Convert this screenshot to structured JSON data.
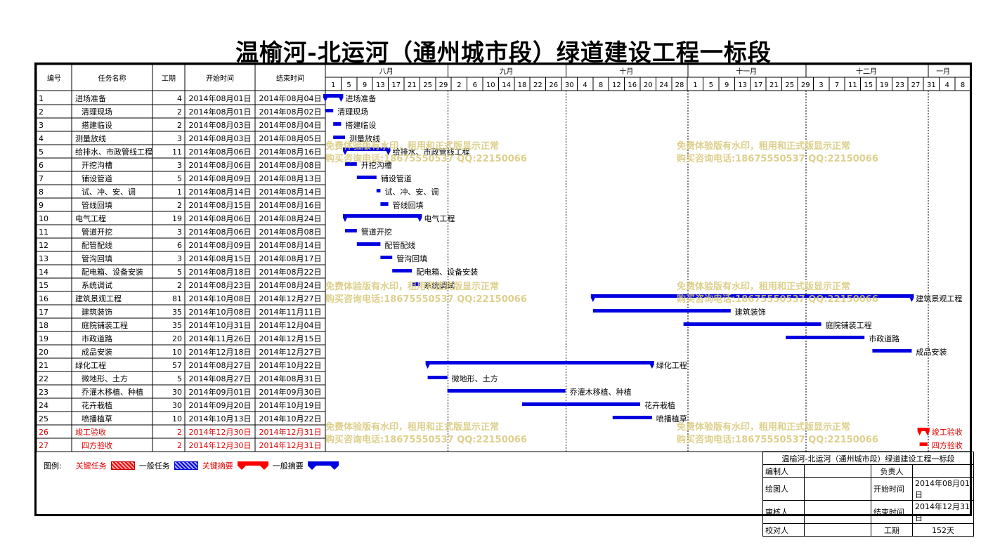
{
  "title": "温榆河-北运河（通州城市段）绿道建设工程一标段",
  "columns": {
    "id": "编号",
    "name": "任务名称",
    "dur": "工期",
    "start": "开始时间",
    "end": "结束时间"
  },
  "months": [
    "八月",
    "九月",
    "十月",
    "十一月",
    "十二月",
    "一月"
  ],
  "day_ticks": [
    "1",
    "5",
    "9",
    "13",
    "17",
    "21",
    "25",
    "29",
    "2",
    "6",
    "10",
    "14",
    "18",
    "22",
    "26",
    "30",
    "4",
    "8",
    "12",
    "16",
    "20",
    "24",
    "28",
    "1",
    "5",
    "9",
    "13",
    "17",
    "21",
    "25",
    "29",
    "3",
    "7",
    "11",
    "15",
    "19",
    "23",
    "27",
    "31",
    "4",
    "8"
  ],
  "tasks": [
    {
      "id": "1",
      "name": "进场准备",
      "dur": "4",
      "start": "2014年08月01日",
      "end": "2014年08月04日",
      "indent": 0,
      "critical": false,
      "summary": true
    },
    {
      "id": "2",
      "name": "清理现场",
      "dur": "2",
      "start": "2014年08月01日",
      "end": "2014年08月02日",
      "indent": 1,
      "critical": false,
      "summary": false
    },
    {
      "id": "3",
      "name": "搭建临设",
      "dur": "2",
      "start": "2014年08月03日",
      "end": "2014年08月04日",
      "indent": 1,
      "critical": false,
      "summary": false
    },
    {
      "id": "4",
      "name": "测量放线",
      "dur": "3",
      "start": "2014年08月03日",
      "end": "2014年08月05日",
      "indent": 0,
      "critical": false,
      "summary": false
    },
    {
      "id": "5",
      "name": "给排水、市政管线工程",
      "dur": "11",
      "start": "2014年08月06日",
      "end": "2014年08月16日",
      "indent": 0,
      "critical": false,
      "summary": true
    },
    {
      "id": "6",
      "name": "开挖沟槽",
      "dur": "3",
      "start": "2014年08月06日",
      "end": "2014年08月08日",
      "indent": 1,
      "critical": false,
      "summary": false
    },
    {
      "id": "7",
      "name": "铺设管道",
      "dur": "5",
      "start": "2014年08月09日",
      "end": "2014年08月13日",
      "indent": 1,
      "critical": false,
      "summary": false
    },
    {
      "id": "8",
      "name": "试、冲、安、调",
      "dur": "1",
      "start": "2014年08月14日",
      "end": "2014年08月14日",
      "indent": 1,
      "critical": false,
      "summary": false
    },
    {
      "id": "9",
      "name": "管线回填",
      "dur": "2",
      "start": "2014年08月15日",
      "end": "2014年08月16日",
      "indent": 1,
      "critical": false,
      "summary": false
    },
    {
      "id": "10",
      "name": "电气工程",
      "dur": "19",
      "start": "2014年08月06日",
      "end": "2014年08月24日",
      "indent": 0,
      "critical": false,
      "summary": true
    },
    {
      "id": "11",
      "name": "管道开挖",
      "dur": "3",
      "start": "2014年08月06日",
      "end": "2014年08月08日",
      "indent": 1,
      "critical": false,
      "summary": false
    },
    {
      "id": "12",
      "name": "配管配线",
      "dur": "6",
      "start": "2014年08月09日",
      "end": "2014年08月14日",
      "indent": 1,
      "critical": false,
      "summary": false
    },
    {
      "id": "13",
      "name": "管沟回填",
      "dur": "3",
      "start": "2014年08月15日",
      "end": "2014年08月17日",
      "indent": 1,
      "critical": false,
      "summary": false
    },
    {
      "id": "14",
      "name": "配电箱、设备安装",
      "dur": "5",
      "start": "2014年08月18日",
      "end": "2014年08月22日",
      "indent": 1,
      "critical": false,
      "summary": false
    },
    {
      "id": "15",
      "name": "系统调试",
      "dur": "2",
      "start": "2014年08月23日",
      "end": "2014年08月24日",
      "indent": 1,
      "critical": false,
      "summary": false
    },
    {
      "id": "16",
      "name": "建筑景观工程",
      "dur": "81",
      "start": "2014年10月08日",
      "end": "2014年12月27日",
      "indent": 0,
      "critical": false,
      "summary": true
    },
    {
      "id": "17",
      "name": "建筑装饰",
      "dur": "35",
      "start": "2014年10月08日",
      "end": "2014年11月11日",
      "indent": 1,
      "critical": false,
      "summary": false
    },
    {
      "id": "18",
      "name": "庭院铺装工程",
      "dur": "35",
      "start": "2014年10月31日",
      "end": "2014年12月04日",
      "indent": 1,
      "critical": false,
      "summary": false
    },
    {
      "id": "19",
      "name": "市政道路",
      "dur": "20",
      "start": "2014年11月26日",
      "end": "2014年12月15日",
      "indent": 1,
      "critical": false,
      "summary": false
    },
    {
      "id": "20",
      "name": "成品安装",
      "dur": "10",
      "start": "2014年12月18日",
      "end": "2014年12月27日",
      "indent": 1,
      "critical": false,
      "summary": false
    },
    {
      "id": "21",
      "name": "绿化工程",
      "dur": "57",
      "start": "2014年08月27日",
      "end": "2014年10月22日",
      "indent": 0,
      "critical": false,
      "summary": true
    },
    {
      "id": "22",
      "name": "微地形、土方",
      "dur": "5",
      "start": "2014年08月27日",
      "end": "2014年08月31日",
      "indent": 1,
      "critical": false,
      "summary": false
    },
    {
      "id": "23",
      "name": "乔灌木移植、种植",
      "dur": "30",
      "start": "2014年09月01日",
      "end": "2014年09月30日",
      "indent": 1,
      "critical": false,
      "summary": false
    },
    {
      "id": "24",
      "name": "花卉栽植",
      "dur": "30",
      "start": "2014年09月20日",
      "end": "2014年10月19日",
      "indent": 1,
      "critical": false,
      "summary": false
    },
    {
      "id": "25",
      "name": "喷播植草",
      "dur": "10",
      "start": "2014年10月13日",
      "end": "2014年10月22日",
      "indent": 1,
      "critical": false,
      "summary": false
    },
    {
      "id": "26",
      "name": "竣工验收",
      "dur": "2",
      "start": "2014年12月30日",
      "end": "2014年12月31日",
      "indent": 0,
      "critical": true,
      "summary": true
    },
    {
      "id": "27",
      "name": "四方验收",
      "dur": "2",
      "start": "2014年12月30日",
      "end": "2014年12月31日",
      "indent": 1,
      "critical": true,
      "summary": false
    }
  ],
  "chart_data": {
    "type": "gantt",
    "title": "温榆河-北运河（通州城市段）绿道建设工程一标段",
    "x_start": "2014-08-01",
    "x_end": "2015-01-09",
    "x_labels_top": [
      "八月",
      "九月",
      "十月",
      "十一月",
      "十二月",
      "一月"
    ],
    "series": [
      {
        "task": "进场准备",
        "start": "2014-08-01",
        "end": "2014-08-04"
      },
      {
        "task": "清理现场",
        "start": "2014-08-01",
        "end": "2014-08-02"
      },
      {
        "task": "搭建临设",
        "start": "2014-08-03",
        "end": "2014-08-04"
      },
      {
        "task": "测量放线",
        "start": "2014-08-03",
        "end": "2014-08-05"
      },
      {
        "task": "给排水、市政管线工程",
        "start": "2014-08-06",
        "end": "2014-08-16"
      },
      {
        "task": "开挖沟槽",
        "start": "2014-08-06",
        "end": "2014-08-08"
      },
      {
        "task": "铺设管道",
        "start": "2014-08-09",
        "end": "2014-08-13"
      },
      {
        "task": "试、冲、安、调",
        "start": "2014-08-14",
        "end": "2014-08-14"
      },
      {
        "task": "管线回填",
        "start": "2014-08-15",
        "end": "2014-08-16"
      },
      {
        "task": "电气工程",
        "start": "2014-08-06",
        "end": "2014-08-24"
      },
      {
        "task": "管道开挖",
        "start": "2014-08-06",
        "end": "2014-08-08"
      },
      {
        "task": "配管配线",
        "start": "2014-08-09",
        "end": "2014-08-14"
      },
      {
        "task": "管沟回填",
        "start": "2014-08-15",
        "end": "2014-08-17"
      },
      {
        "task": "配电箱、设备安装",
        "start": "2014-08-18",
        "end": "2014-08-22"
      },
      {
        "task": "系统调试",
        "start": "2014-08-23",
        "end": "2014-08-24"
      },
      {
        "task": "建筑景观工程",
        "start": "2014-10-08",
        "end": "2014-12-27"
      },
      {
        "task": "建筑装饰",
        "start": "2014-10-08",
        "end": "2014-11-11"
      },
      {
        "task": "庭院铺装工程",
        "start": "2014-10-31",
        "end": "2014-12-04"
      },
      {
        "task": "市政道路",
        "start": "2014-11-26",
        "end": "2014-12-15"
      },
      {
        "task": "成品安装",
        "start": "2014-12-18",
        "end": "2014-12-27"
      },
      {
        "task": "绿化工程",
        "start": "2014-08-27",
        "end": "2014-10-22"
      },
      {
        "task": "微地形、土方",
        "start": "2014-08-27",
        "end": "2014-08-31"
      },
      {
        "task": "乔灌木移植、种植",
        "start": "2014-09-01",
        "end": "2014-09-30"
      },
      {
        "task": "花卉栽植",
        "start": "2014-09-20",
        "end": "2014-10-19"
      },
      {
        "task": "喷播植草",
        "start": "2014-10-13",
        "end": "2014-10-22"
      },
      {
        "task": "竣工验收",
        "start": "2014-12-30",
        "end": "2014-12-31"
      },
      {
        "task": "四方验收",
        "start": "2014-12-30",
        "end": "2014-12-31"
      }
    ]
  },
  "colors": {
    "normal_bar": "#0000e0",
    "critical_bar": "#ff0000",
    "critical_text": "#e00000",
    "watermark": "#d8c87a"
  },
  "watermark": {
    "line1": "免费体验版有水印，租用和正式版显示正常",
    "line2": "购买咨询电话:18675550537 QQ:22150066"
  },
  "legend": {
    "prefix": "图例:",
    "critical_task": "关键任务",
    "normal_task": "一般任务",
    "critical_summary": "关键摘要",
    "normal_summary": "一般摘要"
  },
  "info": {
    "project_name": "温榆河-北运河（通州城市段）绿道建设工程一标段",
    "editor_label": "编制人",
    "owner_label": "负责人",
    "drawer_label": "绘图人",
    "start_label": "开始时间",
    "start_value": "2014年08月01日",
    "reviewer_label": "审核人",
    "end_label": "结束时间",
    "end_value": "2014年12月31日",
    "checker_label": "校对人",
    "duration_label": "工期",
    "duration_value": "152天"
  }
}
